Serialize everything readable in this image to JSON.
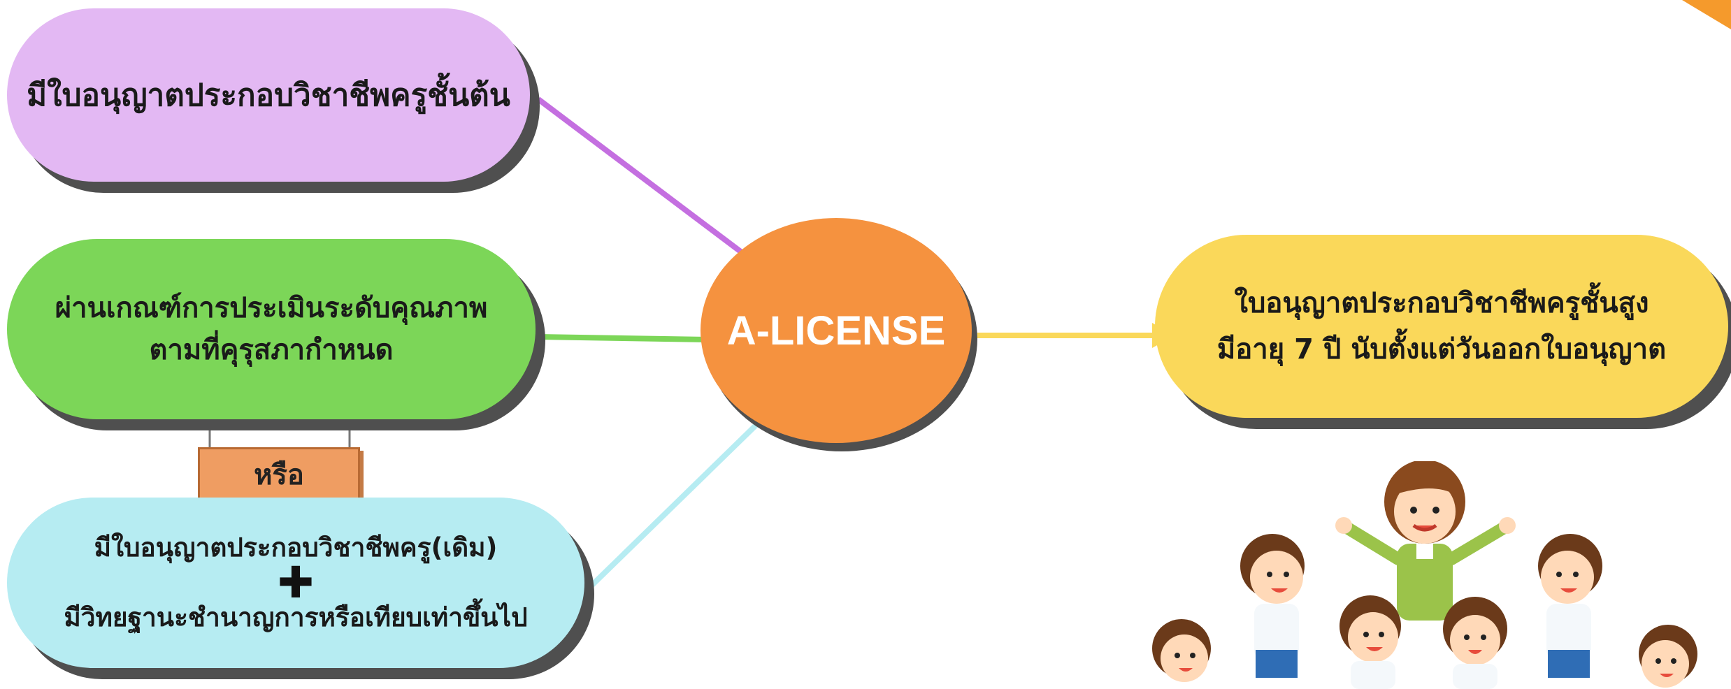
{
  "center_label": "A-LICENSE",
  "requirement_1": "มีใบอนุญาตประกอบวิชาชีพครูชั้นต้น",
  "requirement_2": {
    "line1": "ผ่านเกณฑ์การประเมินระดับคุณภาพ",
    "line2": "ตามที่คุรุสภากำหนด"
  },
  "or_label": "หรือ",
  "requirement_3": {
    "line1": "มีใบอนุญาตประกอบวิชาชีพครู(เดิม)",
    "plus": "✚",
    "line2": "มีวิทยฐานะชำนาญการหรือเทียบเท่าขึ้นไป"
  },
  "result": {
    "line1": "ใบอนุญาตประกอบวิชาชีพครูชั้นสูง",
    "line2": "มีอายุ 7 ปี นับตั้งแต่วันออกใบอนุญาต"
  },
  "colors": {
    "purple": "#e3b8f3",
    "green": "#7cd658",
    "cyan": "#b6ecf2",
    "yellow": "#fad85a",
    "orange": "#f5923f"
  },
  "icons": [
    "corner-triangle",
    "teacher-and-children-illustration"
  ]
}
